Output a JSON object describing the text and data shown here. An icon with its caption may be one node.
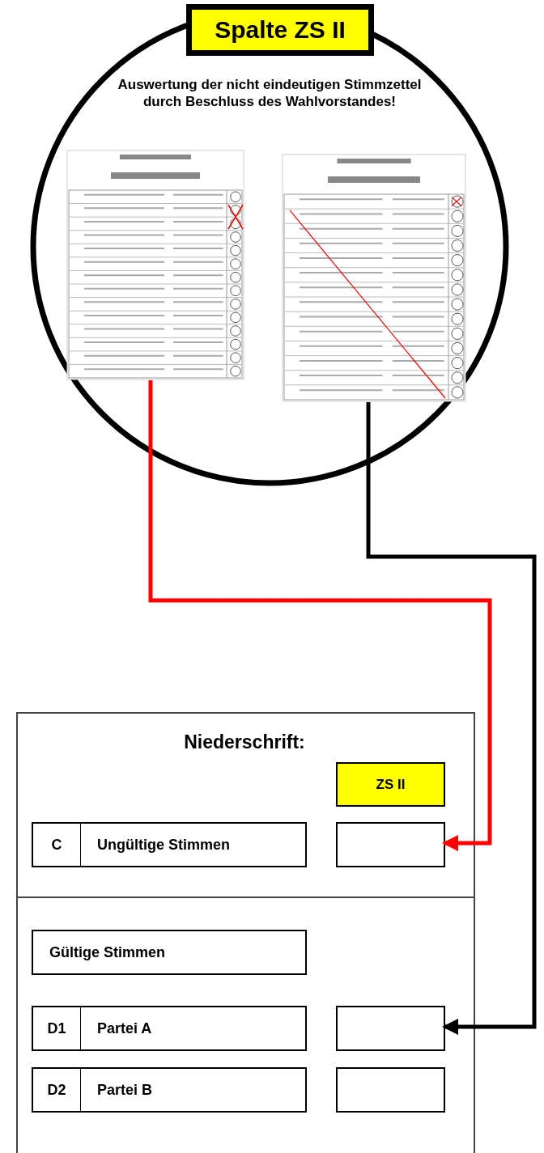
{
  "diagram": {
    "nodes": [
      {
        "text": [
          "Spalte ZS II"
        ]
      },
      {
        "text": [
          "Auswertung der nicht eindeutigen Stimmzettel durch Beschluss des Wahlvorstandes!"
        ]
      },
      {
        "text": [],
        "shape": "picture",
        "in": 1
      },
      {
        "text": [],
        "shape": "picture",
        "in": 1
      },
      {
        "text": [
          "Niederschrift:"
        ]
      },
      {
        "text": [
          "ZS II"
        ],
        "in": 4
      },
      {
        "text": [
          "C",
          "Ungültige Stimmen"
        ],
        "in": 4
      },
      {
        "text": [],
        "shape": "box",
        "in": 4
      },
      {
        "text": [
          "Gültige Stimmen"
        ],
        "in": 4
      },
      {
        "text": [
          "D1",
          "Partei A"
        ],
        "in": 4
      },
      {
        "text": [],
        "shape": "box",
        "in": 4
      },
      {
        "text": [
          "D2",
          "Partei B"
        ],
        "in": 4
      },
      {
        "text": [],
        "shape": "box",
        "in": 4
      }
    ],
    "edges": [
      {
        "from": 2,
        "to": 7,
        "arrow": "to",
        "color": "#ff0000"
      },
      {
        "from": 3,
        "to": 10,
        "arrow": "to",
        "color": "#000000"
      }
    ]
  }
}
